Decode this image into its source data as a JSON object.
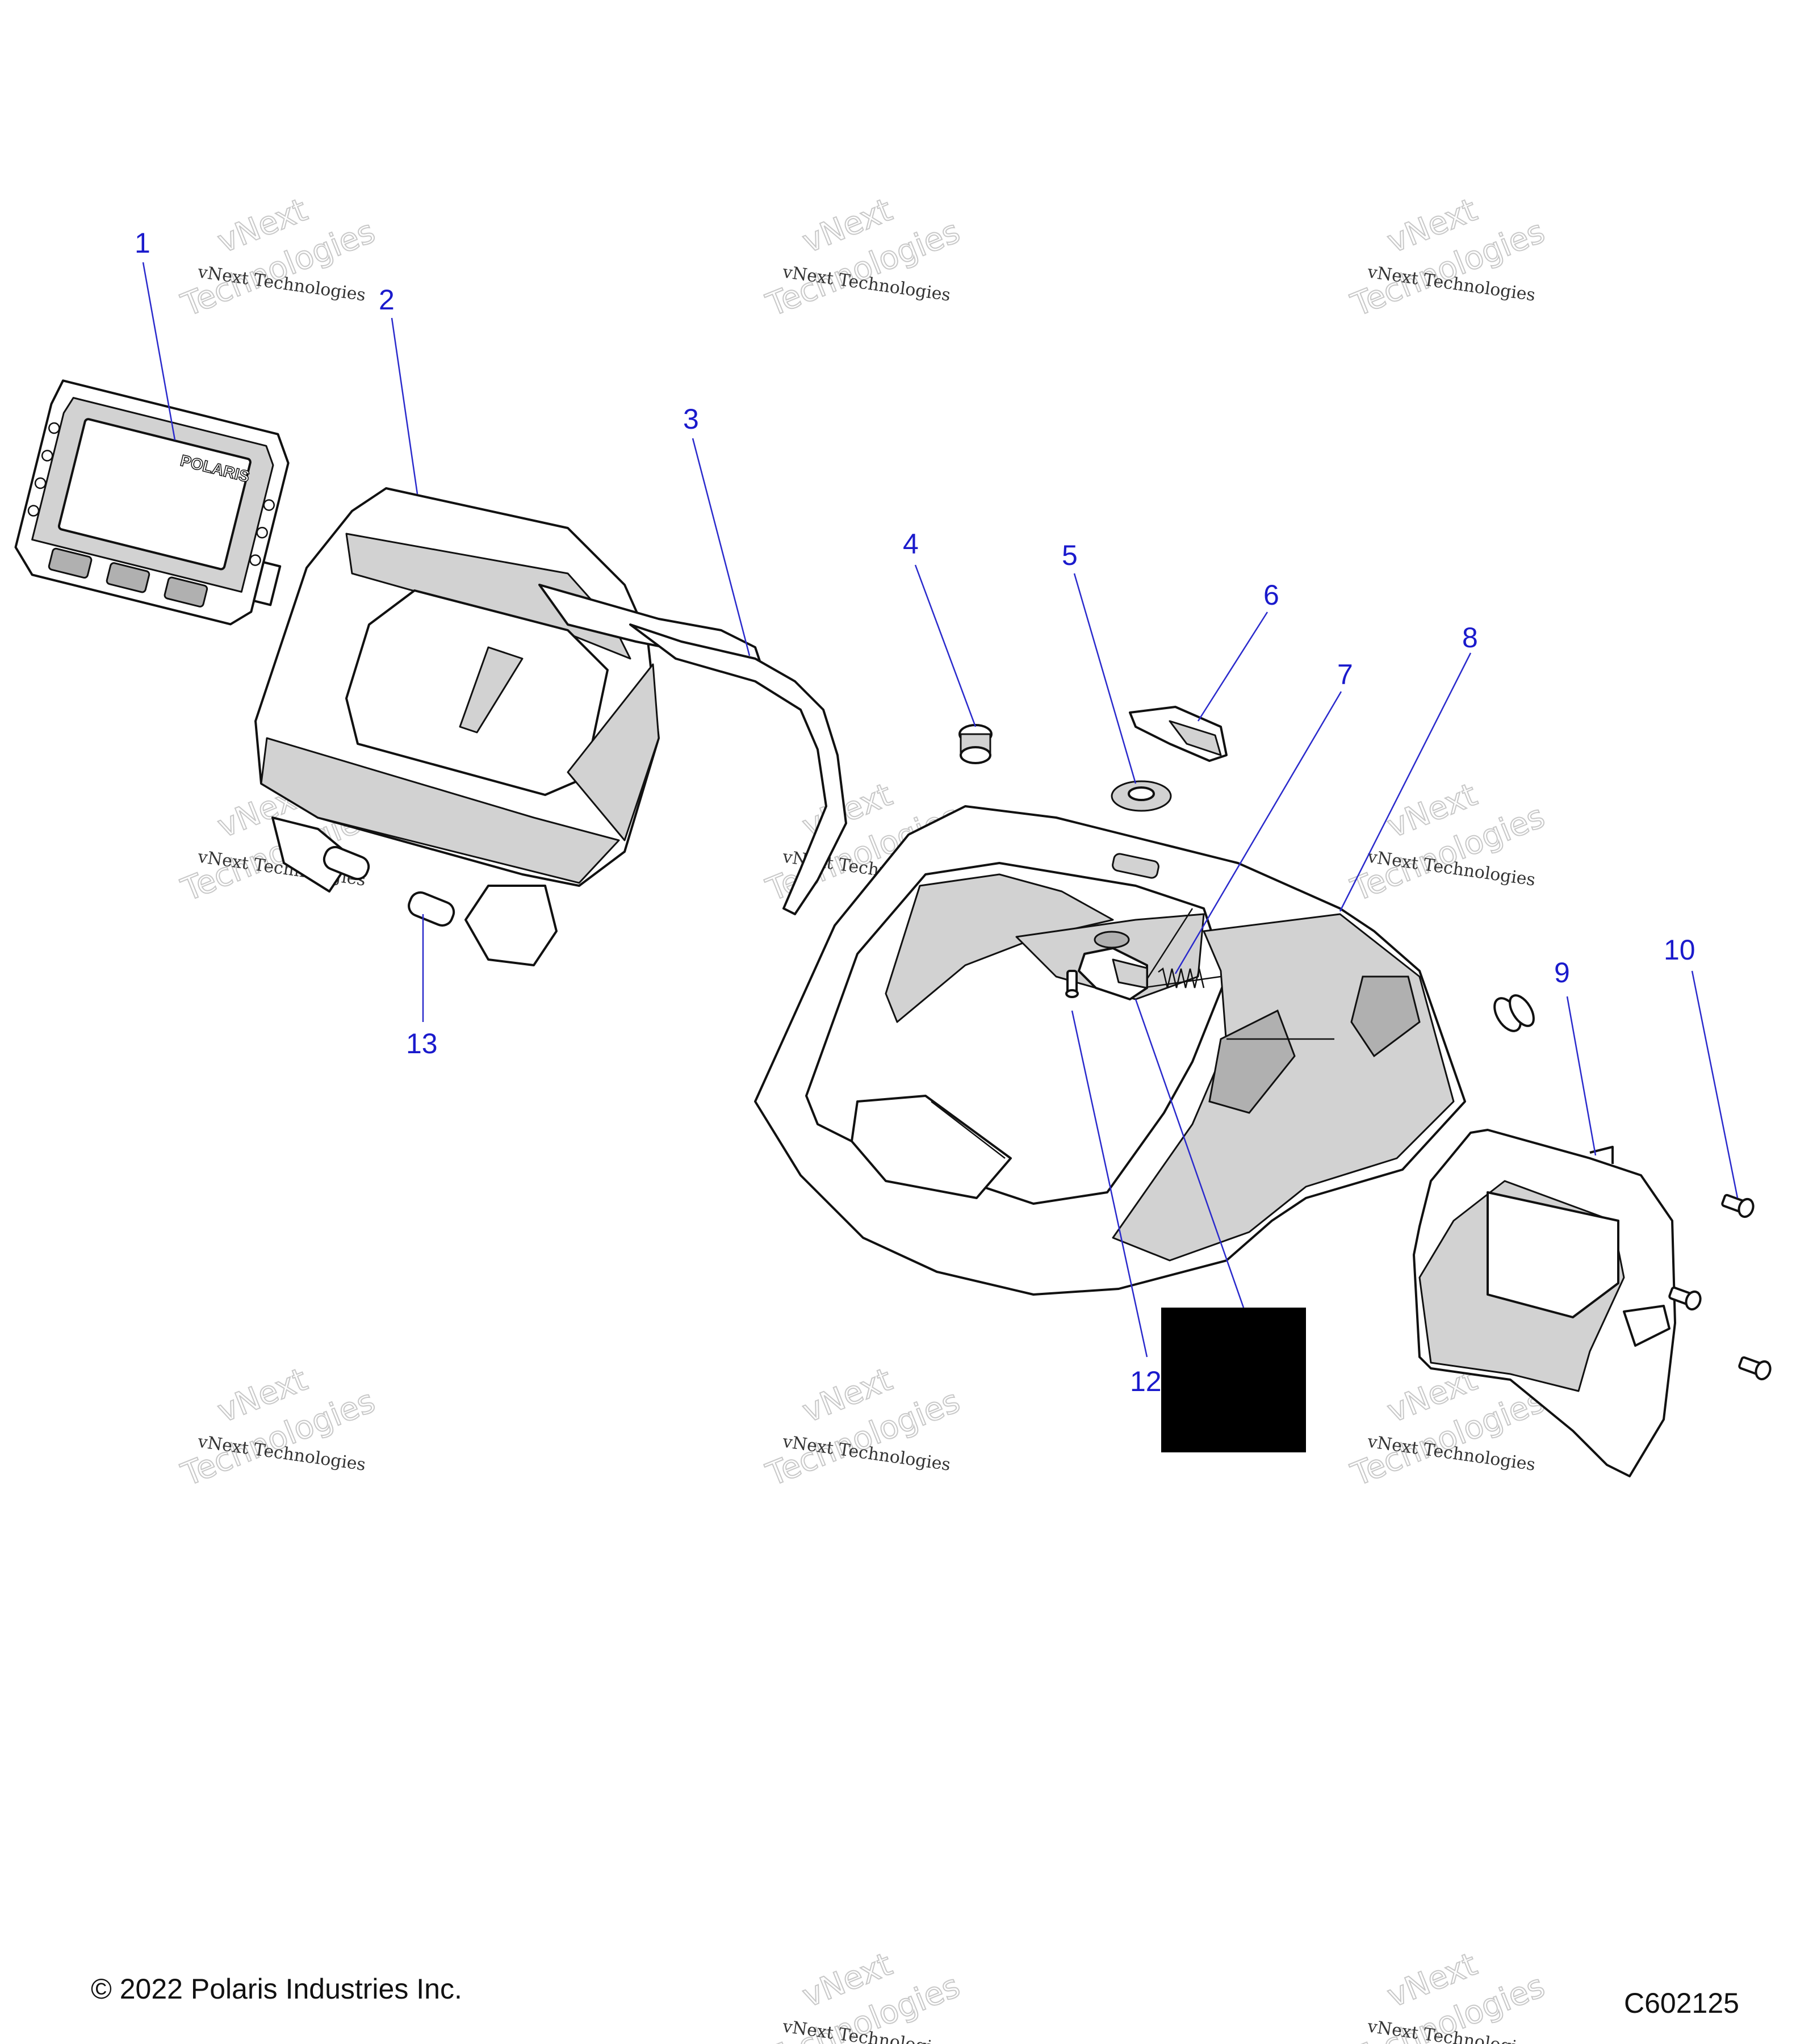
{
  "callouts": [
    "1",
    "2",
    "3",
    "4",
    "5",
    "6",
    "7",
    "8",
    "9",
    "10",
    "12",
    "13"
  ],
  "watermark": {
    "line1": "vNext Technologies",
    "big1": "vNext",
    "big2": "Technologies"
  },
  "device_logo": "POLARIS",
  "copyright": "© 2022 Polaris Industries Inc.",
  "figure_id": "C602125"
}
